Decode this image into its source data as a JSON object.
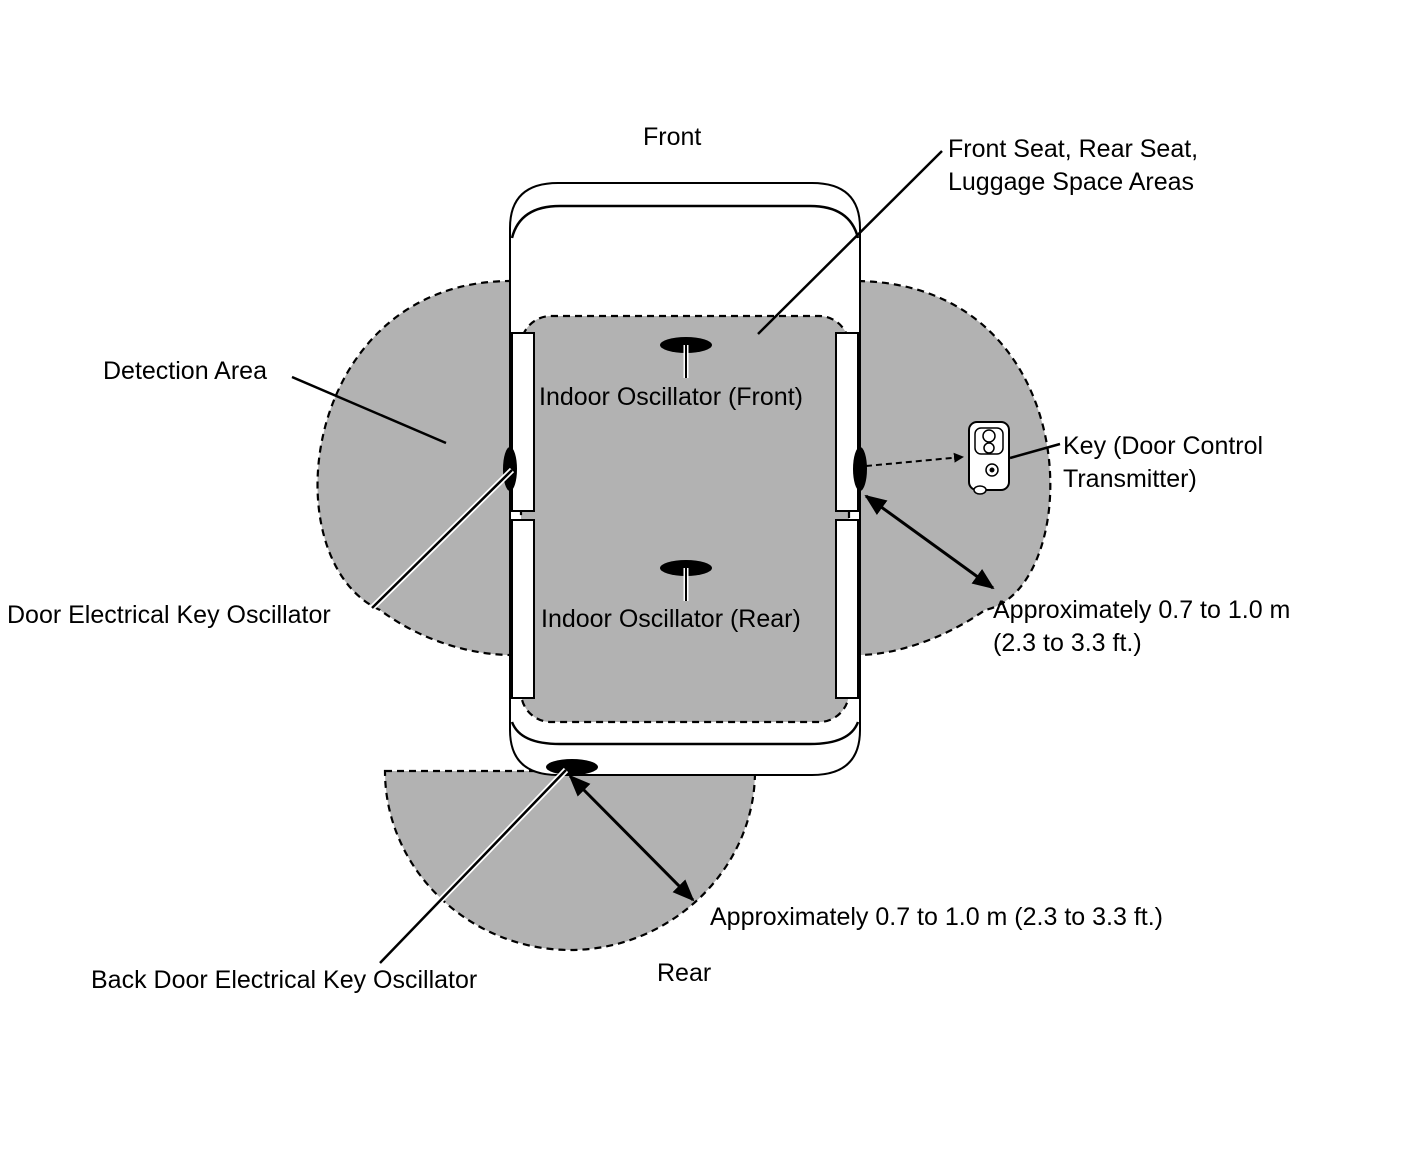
{
  "labels": {
    "front": "Front",
    "rear": "Rear",
    "seat_areas_line1": "Front Seat, Rear Seat,",
    "seat_areas_line2": "Luggage Space Areas",
    "detection_area": "Detection Area",
    "indoor_front": "Indoor Oscillator (Front)",
    "indoor_rear": "Indoor Oscillator (Rear)",
    "door_key_osc": "Door Electrical Key Oscillator",
    "back_door_key_osc": "Back Door Electrical Key Oscillator",
    "key_line1": "Key (Door Control",
    "key_line2": "Transmitter)",
    "side_range_line1": "Approximately 0.7 to 1.0 m",
    "side_range_line2": "(2.3 to 3.3 ft.)",
    "rear_range": "Approximately 0.7 to 1.0 m (2.3 to 3.3 ft.)"
  },
  "colors": {
    "detection_fill": "#b2b2b2",
    "ink": "#000000",
    "background": "#ffffff"
  }
}
